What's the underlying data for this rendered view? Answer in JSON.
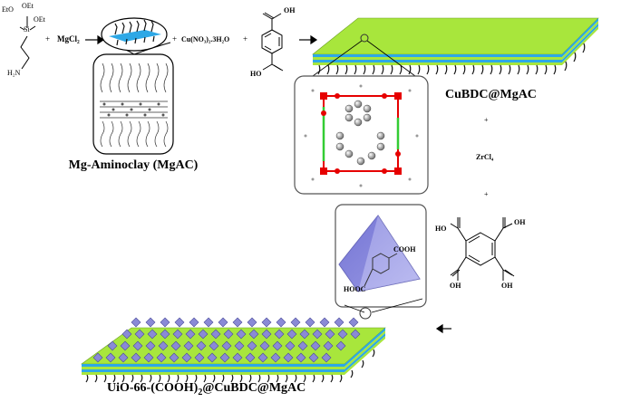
{
  "reagents": {
    "silane": {
      "ome_left": "EtO",
      "oet_top": "OEt",
      "oet_right": "OEt",
      "si": "Si",
      "nh2": "H₂N"
    },
    "plus": "+",
    "mgcl2": "MgCl₂",
    "cu_salt": "Cu(NO₃)₂.3H₂O",
    "zrcl4": "ZrCl₄",
    "bdc_top_oh": "OH",
    "bdc_bottom_ho": "HO",
    "btec": {
      "ho_tl": "HO",
      "oh_tr": "OH",
      "oh_bl": "OH",
      "oh_br": "OH"
    },
    "pyramid_cooh": "COOH",
    "pyramid_hooc": "HOOC"
  },
  "labels": {
    "mgac": "Mg-Aminoclay (MgAC)",
    "cubdc": "CuBDC@MgAC",
    "final_main": "UiO-66-(COOH)",
    "final_sub": "2",
    "final_tail": "@CuBDC@MgAC"
  },
  "arrows": {
    "right": "→",
    "left": "←"
  },
  "colors": {
    "clay_green": "#a8e63c",
    "clay_blue": "#2ea8e6",
    "chain": "#1a1a1a",
    "mof_frame": "#e60000",
    "mof_green": "#33cc33",
    "pyramid": "#9999ee",
    "crystal": "#8a8ad6"
  }
}
